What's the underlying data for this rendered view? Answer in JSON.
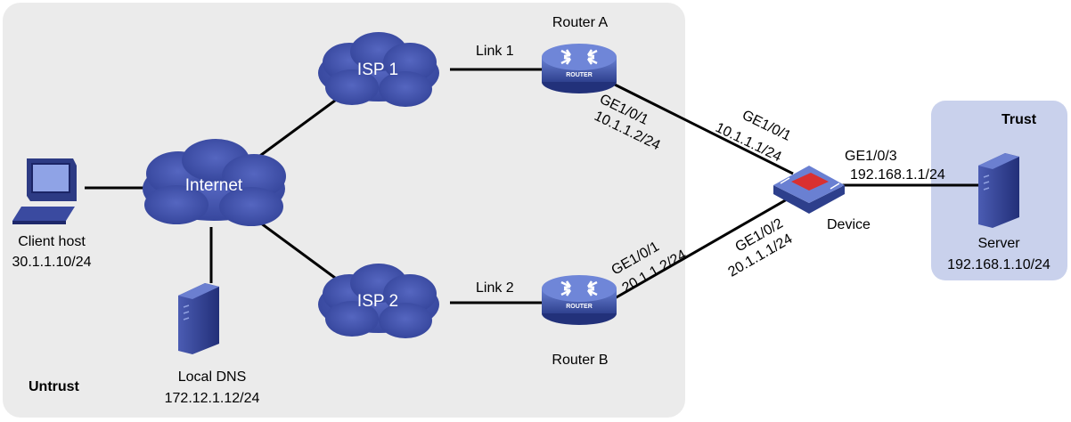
{
  "zones": {
    "untrust": "Untrust",
    "trust": "Trust"
  },
  "clouds": {
    "isp1": "ISP 1",
    "isp2": "ISP 2",
    "internet": "Internet"
  },
  "links": {
    "link1": "Link 1",
    "link2": "Link 2"
  },
  "nodes": {
    "router_a": {
      "name": "Router A",
      "badge": "ROUTER"
    },
    "router_b": {
      "name": "Router B",
      "badge": "ROUTER"
    },
    "device": {
      "name": "Device"
    },
    "client": {
      "name": "Client host",
      "ip": "30.1.1.10/24"
    },
    "dns": {
      "name": "Local DNS",
      "ip": "172.12.1.12/24"
    },
    "server": {
      "name": "Server",
      "ip": "192.168.1.10/24"
    }
  },
  "interfaces": {
    "ra_port": "GE1/0/1",
    "ra_ip": "10.1.1.2/24",
    "dev_p1": "GE1/0/1",
    "dev_ip1": "10.1.1.1/24",
    "rb_port": "GE1/0/1",
    "rb_ip": "20.1.1.2/24",
    "dev_p2": "GE1/0/2",
    "dev_ip2": "20.1.1.1/24",
    "dev_p3": "GE1/0/3",
    "dev_ip3": "192.168.1.1/24"
  },
  "colors": {
    "untrust_zone": "#ebebeb",
    "trust_zone": "#c9d1ec",
    "cloud": "#3f4fa6",
    "router": "#3f55b0",
    "link": "#000000"
  }
}
